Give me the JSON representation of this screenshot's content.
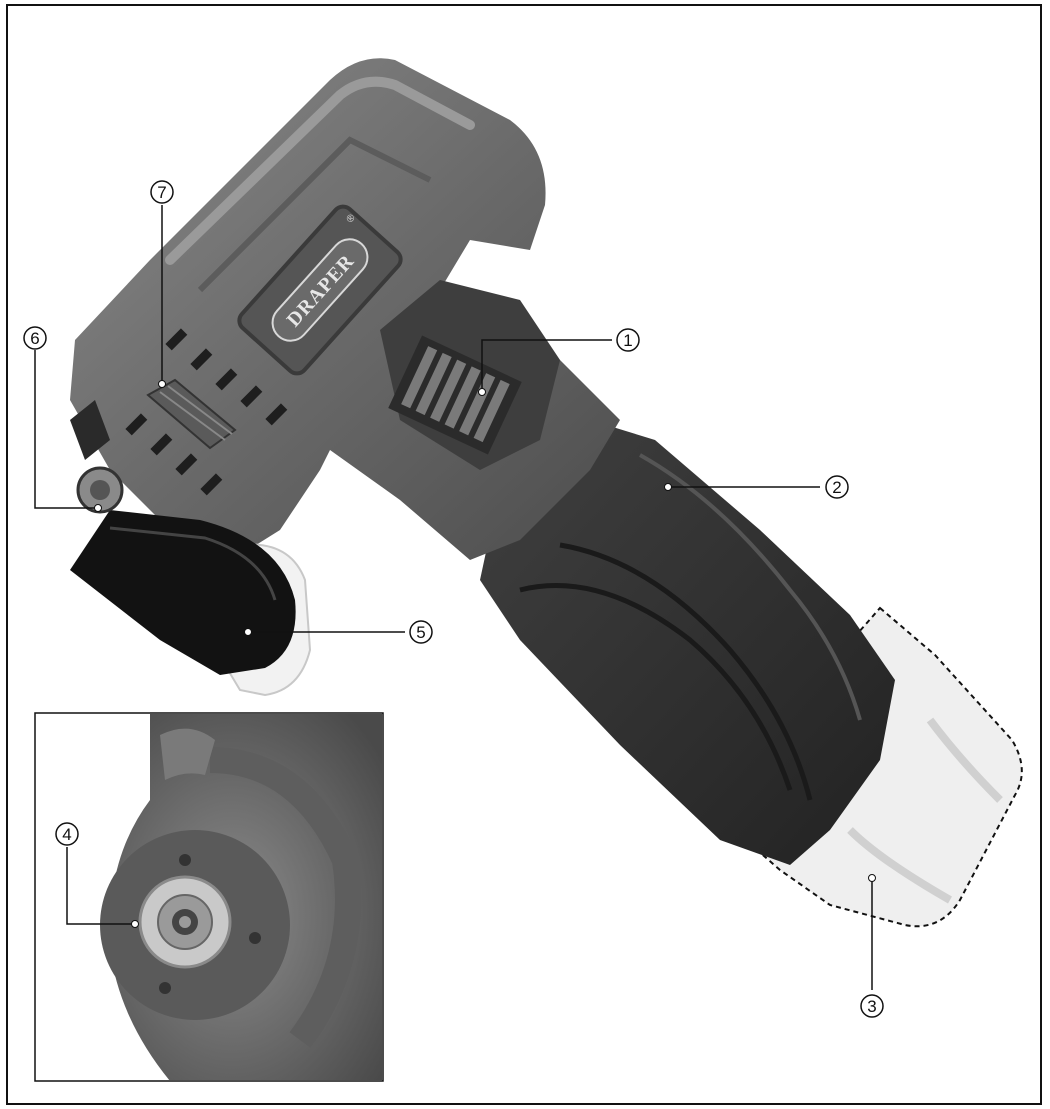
{
  "brand": {
    "text": "DRAPER",
    "registered_mark": "®"
  },
  "callouts": [
    {
      "number": "1"
    },
    {
      "number": "2"
    },
    {
      "number": "3"
    },
    {
      "number": "4"
    },
    {
      "number": "5"
    },
    {
      "number": "6"
    },
    {
      "number": "7"
    }
  ],
  "colors": {
    "body": "#6f6f6f",
    "body_dark": "#4a4a4a",
    "grip": "#2f2f2f",
    "disc": "#141414",
    "battery_fill": "#ededed",
    "line": "#111111"
  },
  "icons": [
    "drill-body-illustration",
    "grinding-disc-illustration",
    "battery-outline",
    "inset-spindle-illustration"
  ]
}
